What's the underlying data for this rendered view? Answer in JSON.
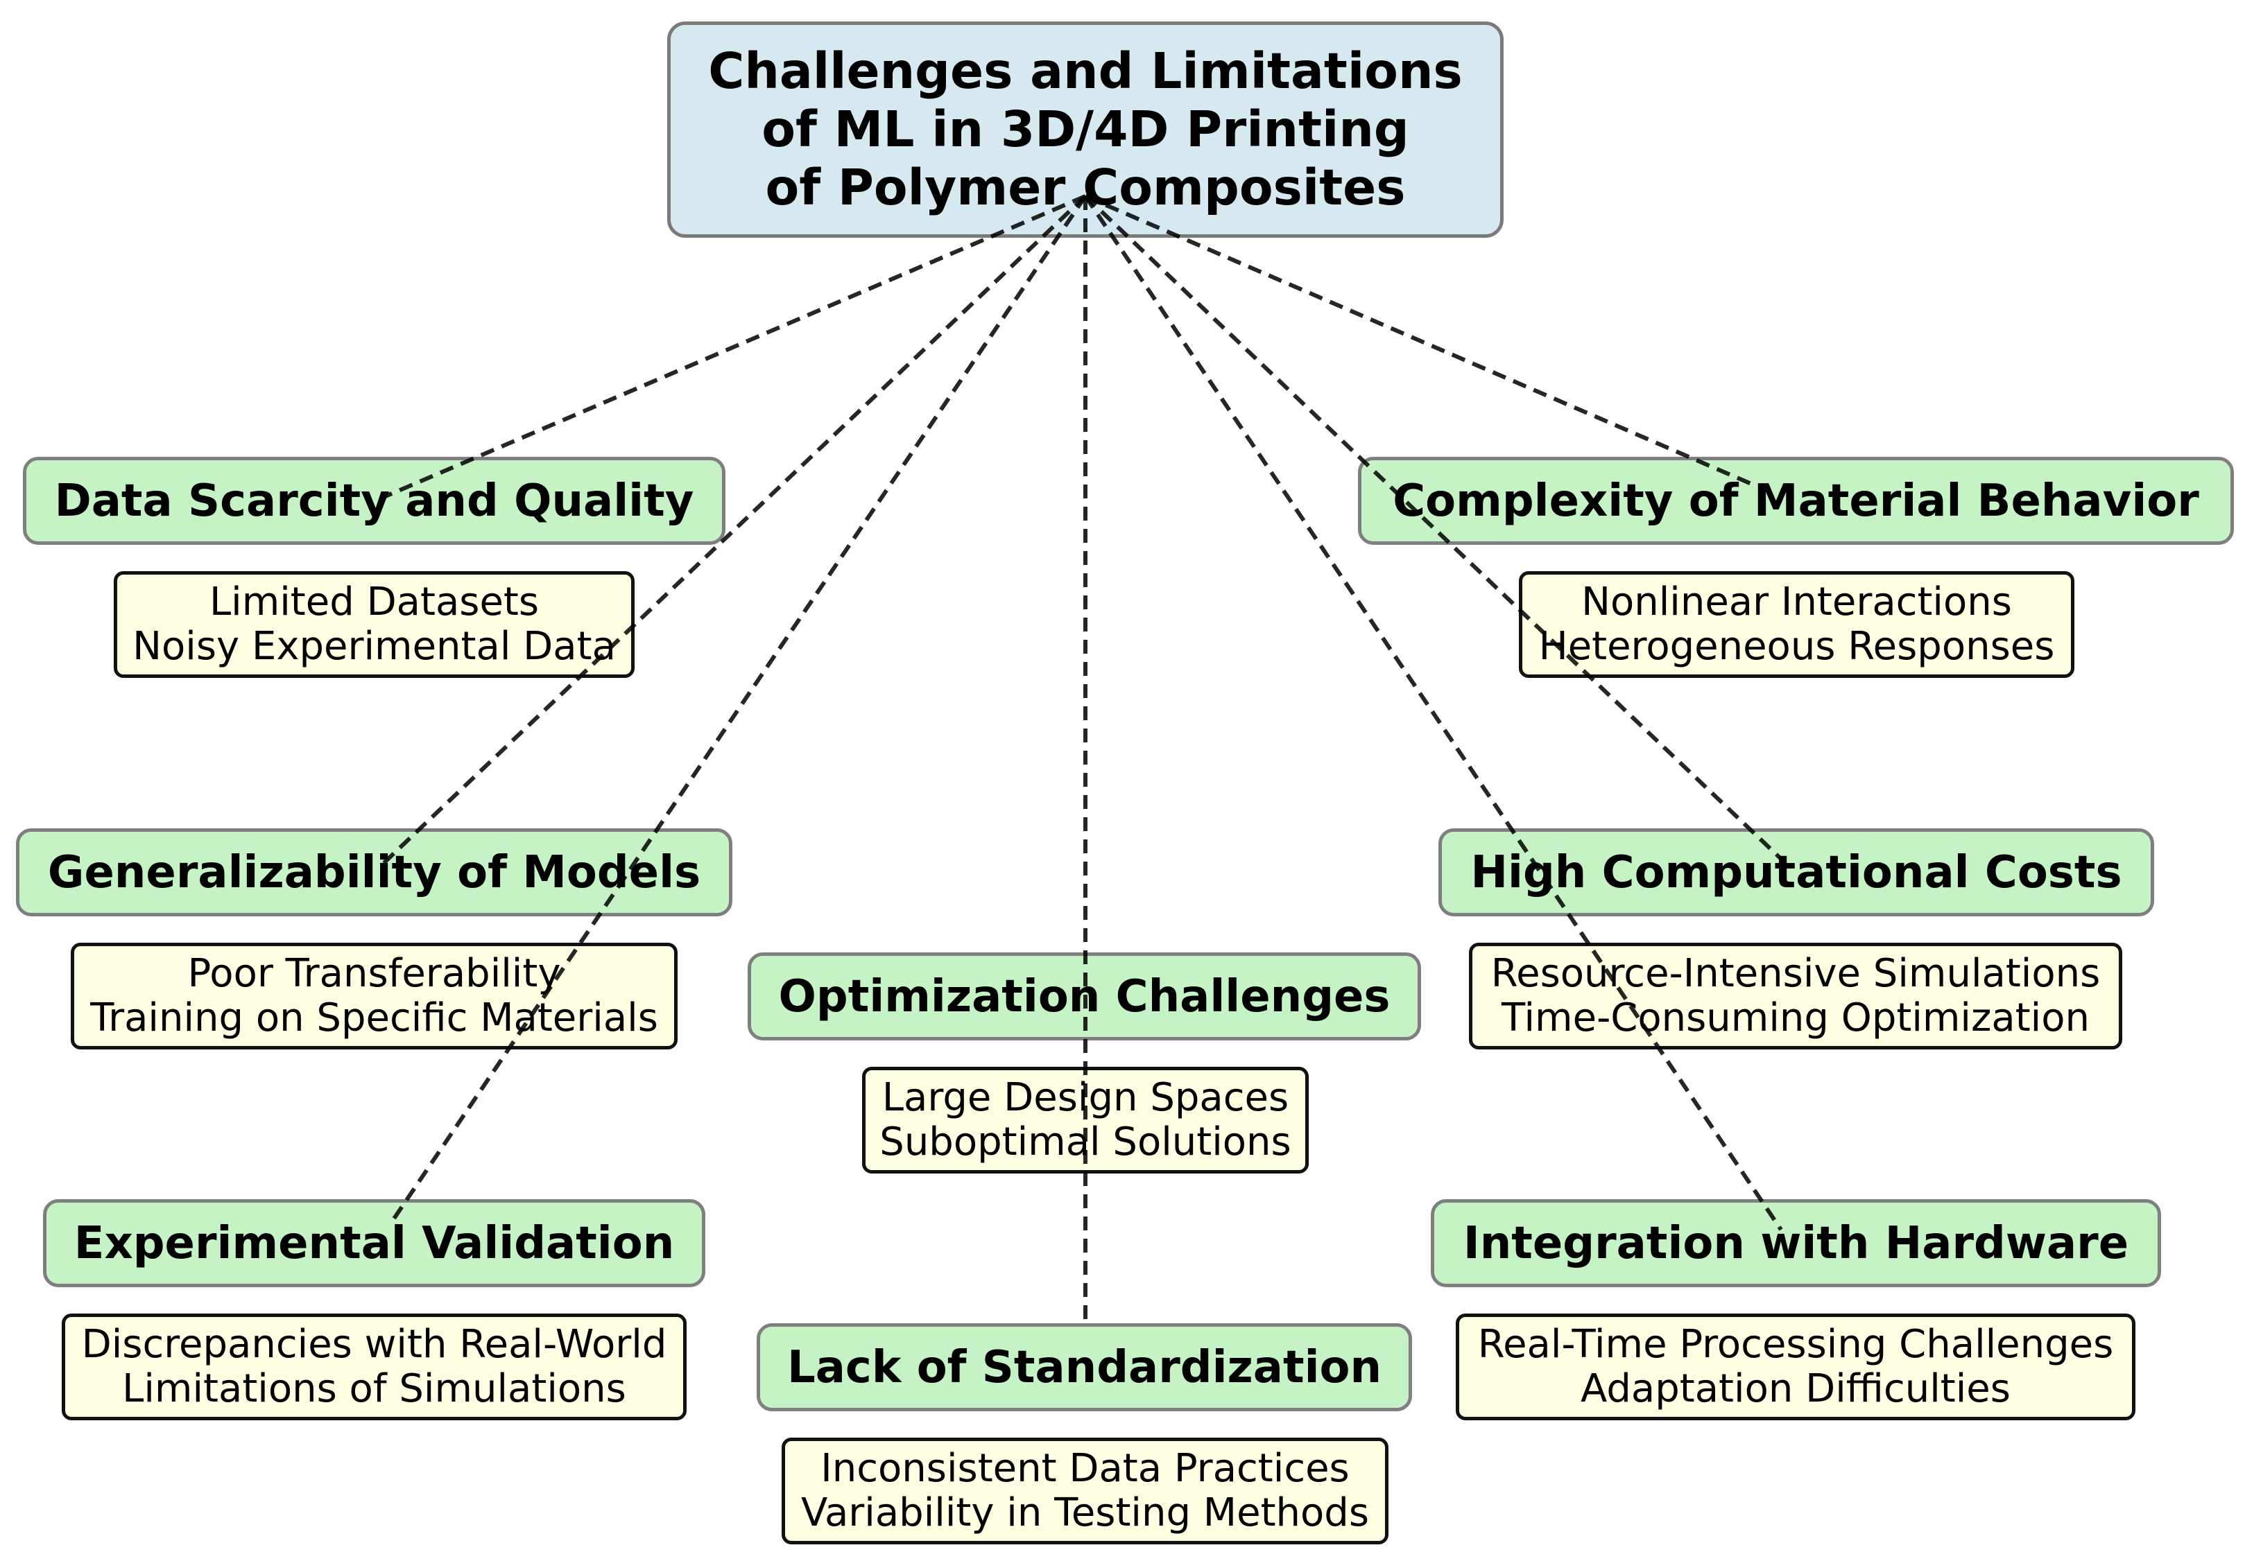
{
  "root": {
    "lines": [
      "Challenges and Limitations",
      "of ML in 3D/4D Printing",
      "of Polymer Composites"
    ]
  },
  "categories": [
    {
      "title": "Data Scarcity and Quality",
      "details": [
        "Limited Datasets",
        "Noisy Experimental Data"
      ]
    },
    {
      "title": "Complexity of Material Behavior",
      "details": [
        "Nonlinear Interactions",
        "Heterogeneous Responses"
      ]
    },
    {
      "title": "Generalizability of Models",
      "details": [
        "Poor Transferability",
        "Training on Specific Materials"
      ]
    },
    {
      "title": "High Computational Costs",
      "details": [
        "Resource-Intensive Simulations",
        "Time-Consuming Optimization"
      ]
    },
    {
      "title": "Optimization Challenges",
      "details": [
        "Large Design Spaces",
        "Suboptimal Solutions"
      ]
    },
    {
      "title": "Experimental Validation",
      "details": [
        "Discrepancies with Real-World",
        "Limitations of Simulations"
      ]
    },
    {
      "title": "Integration with Hardware",
      "details": [
        "Real-Time Processing Challenges",
        "Adaptation Difficulties"
      ]
    },
    {
      "title": "Lack of Standardization",
      "details": [
        "Inconsistent Data Practices",
        "Variability in Testing Methods"
      ]
    }
  ],
  "colors": {
    "root_fill": "#d6e9f1",
    "category_fill": "#c5f3c5",
    "detail_fill": "#fefee2",
    "connector": "#000000"
  }
}
